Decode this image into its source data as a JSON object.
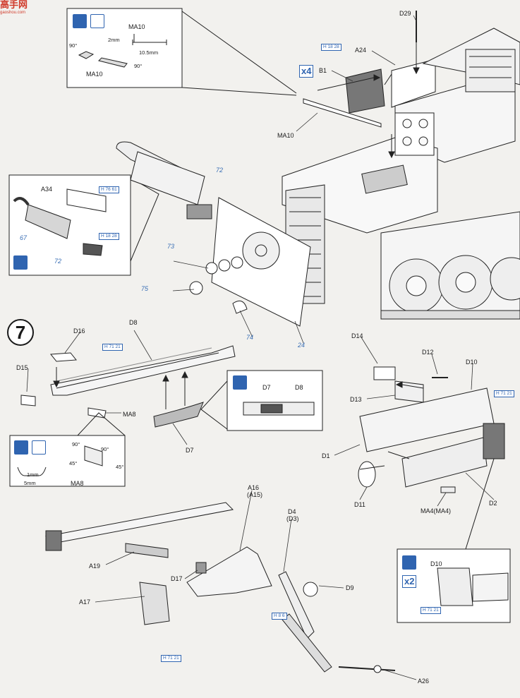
{
  "watermark": {
    "text": "高手网",
    "sub": "gaoshou.com"
  },
  "step_number": "7",
  "multipliers": {
    "x4": "x4",
    "x2": "x2"
  },
  "inset_top": {
    "labels": {
      "part1": "MA10",
      "part2": "MA10",
      "dim_h": "2mm",
      "dim_w": "10.5mm",
      "angle_a": "90°",
      "angle_b": "90°"
    }
  },
  "inset_left": {
    "labels": {
      "a34": "A34",
      "n67": "67",
      "n72": "72"
    },
    "badges": {
      "b1": "H 76 61",
      "b2": "H 18 28"
    }
  },
  "inset_d7": {
    "labels": {
      "d7": "D7",
      "d8": "D8"
    }
  },
  "inset_ma8": {
    "labels": {
      "a90a": "90°",
      "a90b": "90°",
      "a45a": "45°",
      "a45b": "45°",
      "dim1": "1mm",
      "dim5": "5mm",
      "ma8": "MA8"
    }
  },
  "inset_d10": {
    "labels": {
      "d10": "D10"
    },
    "badges": {
      "b1": "H 71 21"
    }
  },
  "callouts": {
    "d29": "D29",
    "a24": "A24",
    "b1": "B1",
    "ma10": "MA10",
    "n72": "72",
    "n73": "73",
    "n75": "75",
    "n74": "74",
    "n24": "24",
    "d16": "D16",
    "d8": "D8",
    "d15": "D15",
    "ma8": "MA8",
    "d7": "D7",
    "d14": "D14",
    "d12": "D12",
    "d10": "D10",
    "d13": "D13",
    "d1": "D1",
    "d11": "D11",
    "d2": "D2",
    "ma4": "MA4(MA4)",
    "a16": "A16",
    "a15": "(A15)",
    "d4": "D4",
    "d3": "(D3)",
    "d9": "D9",
    "a19": "A19",
    "d17": "D17",
    "a17": "A17",
    "a26": "A26"
  },
  "badges": {
    "b_top": "H 18 28",
    "b_d8": "H 71 21",
    "b_d10": "H 71 21",
    "b_d9": "H 8 6",
    "b_a17": "H 71 21"
  }
}
